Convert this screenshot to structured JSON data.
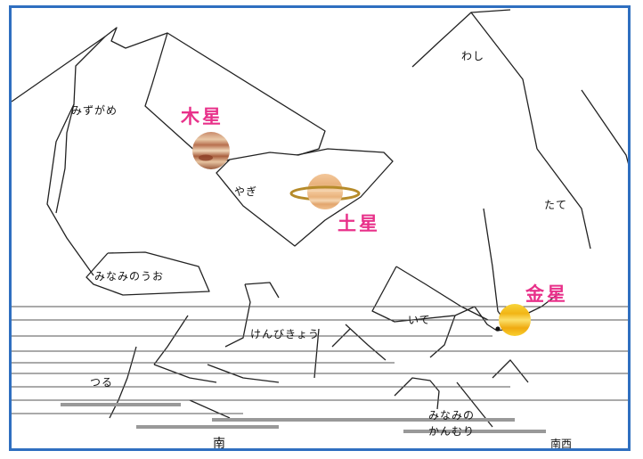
{
  "constellations": {
    "mizugame": "みずがめ",
    "washi": "わし",
    "yagi": "やぎ",
    "tate": "たて",
    "minami_no_uo": "みなみのうお",
    "kenbikyou": "けんびきょう",
    "ite": "いて",
    "tsuru": "つる",
    "minami_no_kanmuri_1": "みなみの",
    "minami_no_kanmuri_2": "かんむり"
  },
  "planets": {
    "jupiter": "木星",
    "saturn": "土星",
    "venus": "金星"
  },
  "directions": {
    "south": "南",
    "southwest": "南西"
  },
  "colors": {
    "frame": "#2f6fc0",
    "planet_label": "#e8318a",
    "line": "#222222"
  }
}
